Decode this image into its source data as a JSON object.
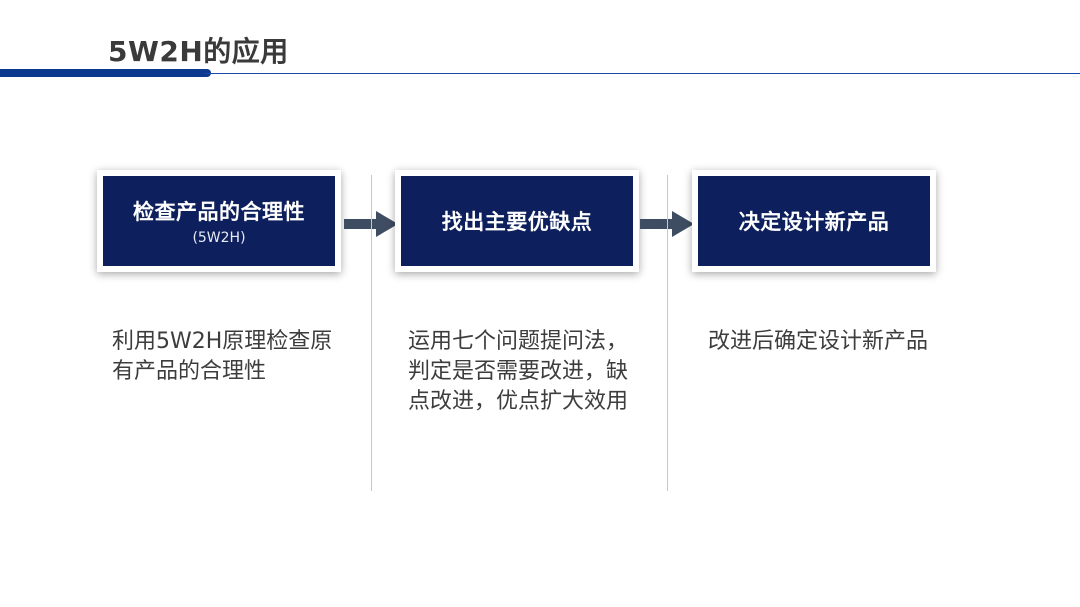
{
  "title": "5W2H的应用",
  "steps": [
    {
      "title": "检查产品的合理性",
      "subtitle": "(5W2H)",
      "description": "利用5W2H原理检查原有产品的合理性"
    },
    {
      "title": "找出主要优缺点",
      "description": "运用七个问题提问法，判定是否需要改进，缺点改进，优点扩大效用"
    },
    {
      "title": "决定设计新产品",
      "description": "改进后确定设计新产品"
    }
  ],
  "colors": {
    "box": "#0d1f5c",
    "accent": "#0d3a8f",
    "arrow": "#3f4d63"
  }
}
